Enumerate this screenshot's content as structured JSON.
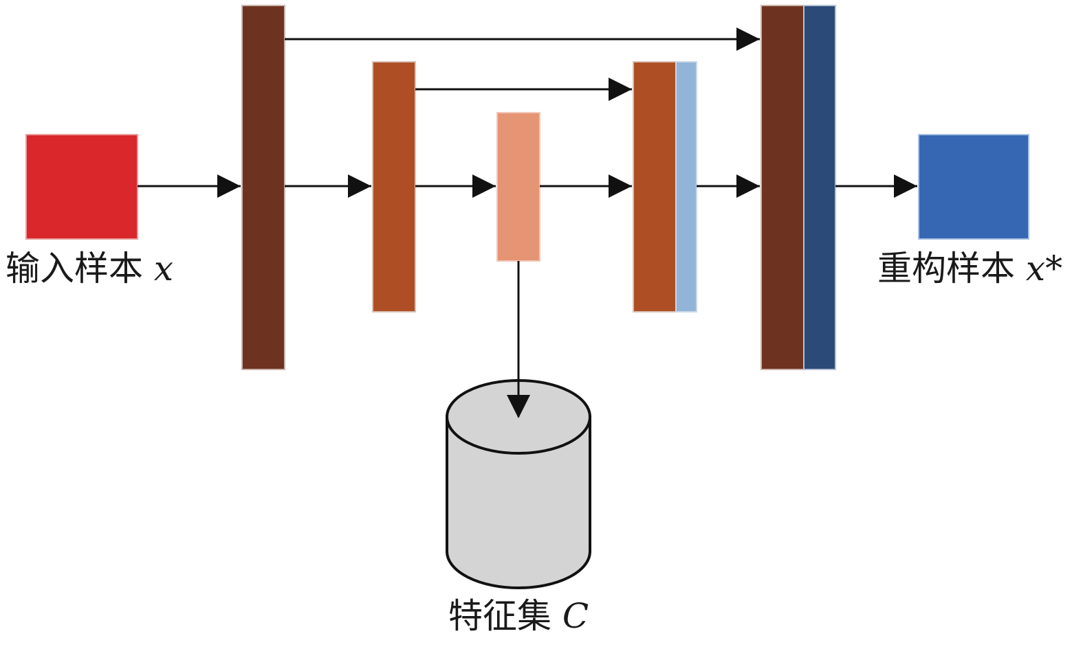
{
  "labels": {
    "input_text": "输入样本",
    "input_var": "x",
    "output_text": "重构样本",
    "output_var": "x*",
    "feature_text": "特征集",
    "feature_var": "C"
  },
  "colors": {
    "input_block": "#d9272b",
    "encoder1": "#6e3320",
    "encoder2": "#ad4e25",
    "bottleneck": "#e59474",
    "decoder2_skip": "#ad4e25",
    "decoder2_up": "#93b4d9",
    "decoder1_skip": "#6e3320",
    "decoder1_up": "#2c4a78",
    "output_block": "#3567b3",
    "cylinder_fill": "#d4d4d4",
    "arrow": "#111111"
  }
}
